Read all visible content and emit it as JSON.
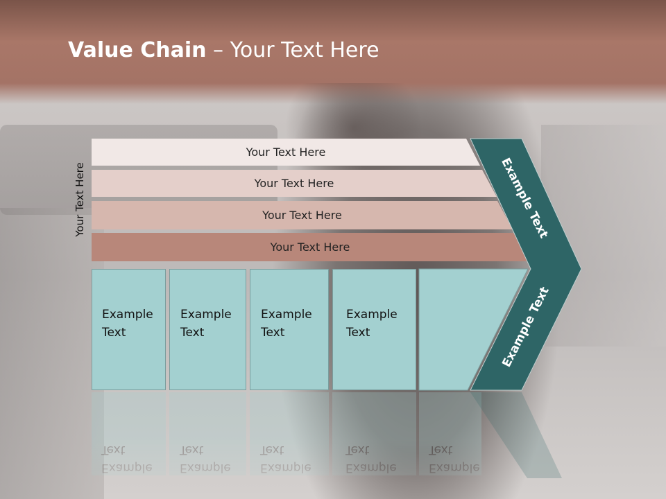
{
  "slide": {
    "title_bold": "Value Chain",
    "title_rest": " – Your Text Here",
    "side_label": "Your Text Here"
  },
  "bands": [
    {
      "label": "Your Text Here",
      "color": "#f1e8e6"
    },
    {
      "label": "Your Text Here",
      "color": "#e4cfca"
    },
    {
      "label": "Your Text Here",
      "color": "#d6b7ae"
    },
    {
      "label": "Your Text Here",
      "color": "#b8877a"
    }
  ],
  "cells": [
    {
      "label": "Example Text"
    },
    {
      "label": "Example Text"
    },
    {
      "label": "Example Text"
    },
    {
      "label": "Example Text"
    },
    {
      "label": "Example Text"
    }
  ],
  "chevron": {
    "upper_label": "Example Text",
    "lower_label": "Example Text",
    "color": "#2e6566"
  },
  "colors": {
    "cell_fill": "#a3d0d0",
    "header_band": "#a47366"
  }
}
